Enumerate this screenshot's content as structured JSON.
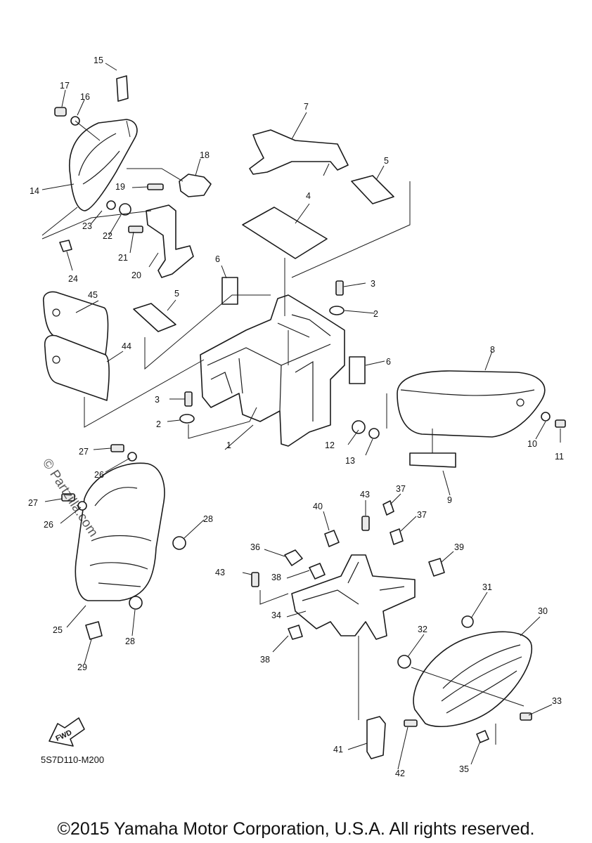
{
  "diagram": {
    "callouts": [
      "1",
      "2",
      "2",
      "3",
      "3",
      "4",
      "5",
      "5",
      "6",
      "6",
      "7",
      "8",
      "9",
      "10",
      "11",
      "12",
      "13",
      "14",
      "15",
      "16",
      "17",
      "18",
      "19",
      "20",
      "21",
      "22",
      "23",
      "24",
      "25",
      "26",
      "26",
      "27",
      "27",
      "28",
      "28",
      "29",
      "30",
      "31",
      "32",
      "33",
      "34",
      "35",
      "36",
      "37",
      "37",
      "38",
      "38",
      "39",
      "40",
      "41",
      "42",
      "43",
      "43",
      "44",
      "45"
    ],
    "fwd_label": "FWD",
    "drawing_code": "5S7D110-M200",
    "watermark": "© Partzilla.com",
    "copyright": "©2015 Yamaha Motor Corporation, U.S.A. All rights reserved."
  }
}
